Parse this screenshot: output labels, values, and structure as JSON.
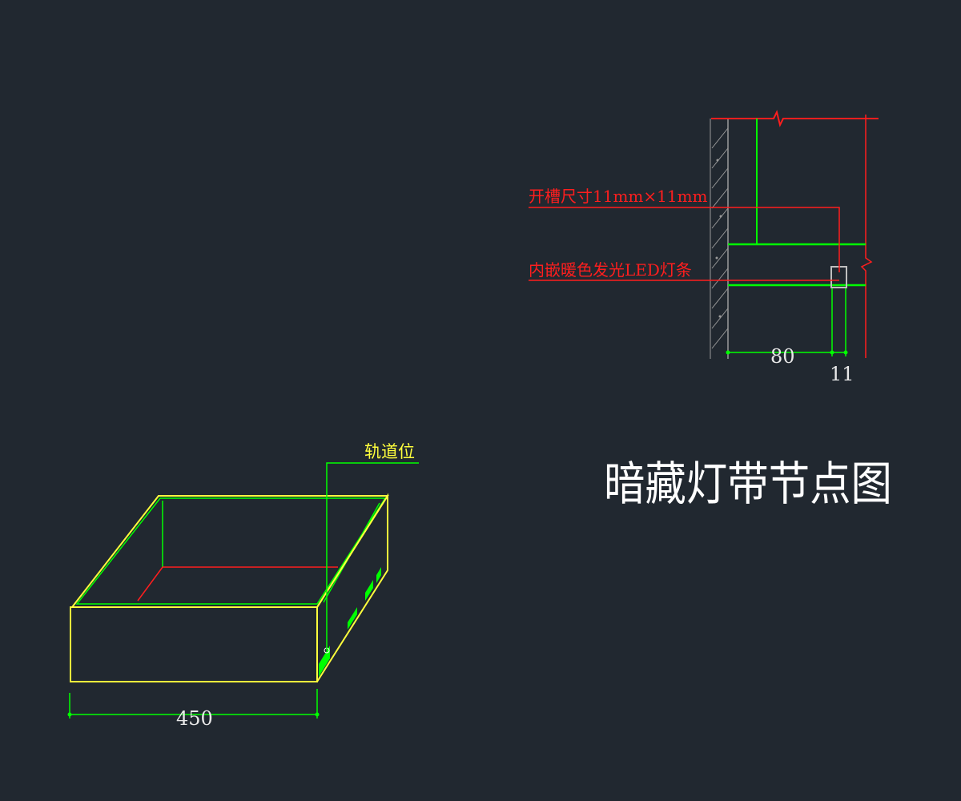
{
  "colors": {
    "background": "#212830",
    "wall": "#9a9a9a",
    "green": "#00ff00",
    "red": "#ff1e1e",
    "yellow": "#ffff3c",
    "text": "#e8e8e8"
  },
  "section": {
    "label_groove": "开槽尺寸11mm×11mm",
    "label_led": "内嵌暖色发光LED灯条",
    "dim_80": "80",
    "dim_11": "11"
  },
  "iso": {
    "label_track": "轨道位",
    "dim_450": "450"
  },
  "title": "暗藏灯带节点图"
}
